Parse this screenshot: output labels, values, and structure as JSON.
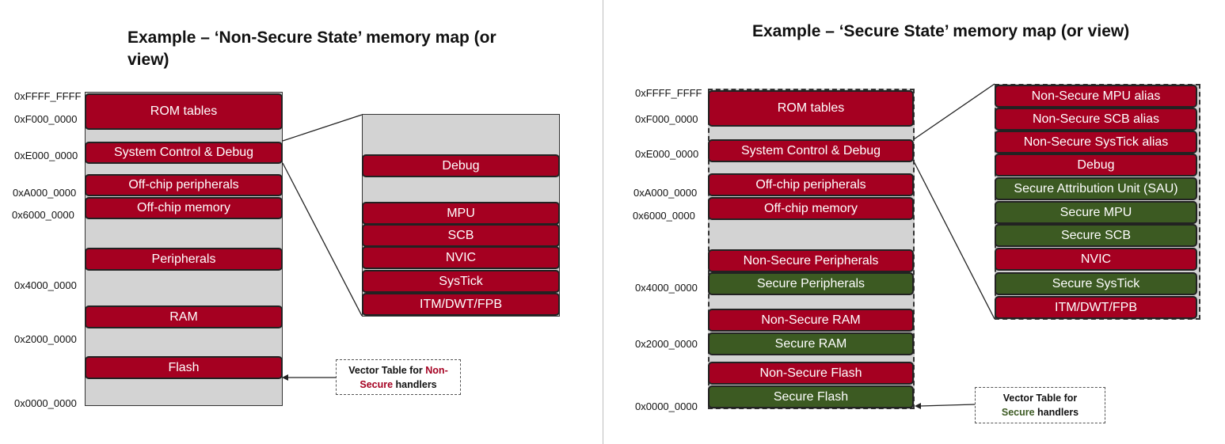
{
  "left": {
    "title": "Example – ‘Non-Secure State’ memory map (or view)",
    "addresses": [
      "0xFFFF_FFFF",
      "0xF000_0000",
      "0xE000_0000",
      "0xA000_0000",
      "0x6000_0000",
      "0x4000_0000",
      "0x2000_0000",
      "0x0000_0000"
    ],
    "blocks": [
      "ROM tables",
      "System Control & Debug",
      "Off-chip peripherals",
      "Off-chip memory",
      "Peripherals",
      "RAM",
      "Flash"
    ],
    "detail_blocks": [
      "Debug",
      "MPU",
      "SCB",
      "NVIC",
      "SysTick",
      "ITM/DWT/FPB"
    ],
    "note": {
      "prefix": "Vector Table for ",
      "highlight1": "Non-",
      "highlight2": "Secure",
      "suffix": " handlers"
    }
  },
  "right": {
    "title": "Example – ‘Secure State’ memory map (or view)",
    "addresses": [
      "0xFFFF_FFFF",
      "0xF000_0000",
      "0xE000_0000",
      "0xA000_0000",
      "0x6000_0000",
      "0x4000_0000",
      "0x2000_0000",
      "0x0000_0000"
    ],
    "blocks": [
      "ROM tables",
      "System Control & Debug",
      "Off-chip peripherals",
      "Off-chip memory",
      "Non-Secure Peripherals",
      "Secure Peripherals",
      "Non-Secure RAM",
      "Secure RAM",
      "Non-Secure Flash",
      "Secure Flash"
    ],
    "detail_blocks": [
      "Non-Secure MPU alias",
      "Non-Secure SCB alias",
      "Non-Secure SysTick alias",
      "Debug",
      "Secure Attribution Unit (SAU)",
      "Secure MPU",
      "Secure SCB",
      "NVIC",
      "Secure SysTick",
      "ITM/DWT/FPB"
    ],
    "note": {
      "line1": "Vector Table for",
      "highlight": "Secure",
      "suffix": " handlers"
    }
  },
  "colors": {
    "non_secure": "#a50021",
    "secure": "#3c5a22",
    "region_fill": "#d3d3d3"
  }
}
